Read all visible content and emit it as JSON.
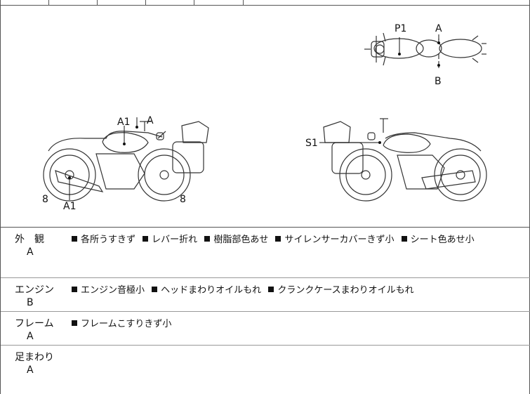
{
  "diagram": {
    "labels": {
      "p1": "P1",
      "a_top": "A",
      "b_top": "B",
      "a1_upper": "A1",
      "a_left": "A",
      "num_left_front": "8",
      "a1_lower": "A1",
      "num_left_rear": "8",
      "s1": "S1"
    }
  },
  "sections": [
    {
      "category": "外　観",
      "grade": "A",
      "notes": [
        "各所うすきず",
        "レバー折れ",
        "樹脂部色あせ",
        "サイレンサーカバーきず小",
        "シート色あせ小"
      ]
    },
    {
      "category": "エンジン",
      "grade": "B",
      "notes": [
        "エンジン音極小",
        "ヘッドまわりオイルもれ",
        "クランクケースまわりオイルもれ"
      ]
    },
    {
      "category": "フレーム",
      "grade": "A",
      "notes": [
        "フレームこすりきず小"
      ]
    },
    {
      "category": "足まわり",
      "grade": "A",
      "notes": []
    }
  ]
}
